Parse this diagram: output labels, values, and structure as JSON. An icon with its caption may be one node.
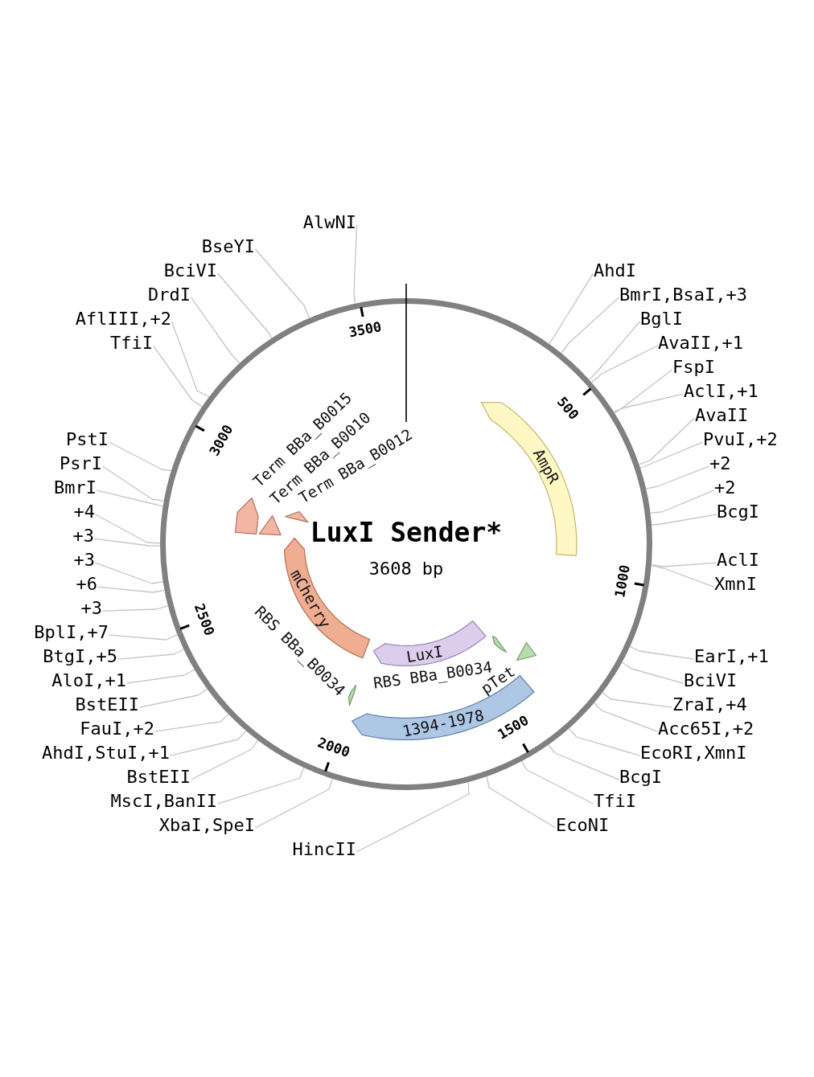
{
  "diagram": {
    "title": "LuxI Sender*",
    "nodes": [
      {
        "text": [],
        "shape": "circle"
      },
      {
        "text": [
          "AmpR"
        ],
        "in": 0
      },
      {
        "text": [],
        "shape": "pentagon",
        "beside": [
          "Term BBa_B0015"
        ],
        "in": 0
      },
      {
        "text": [],
        "shape": "triangle",
        "beside": [
          "Term BBa_B0010"
        ],
        "in": 0
      },
      {
        "text": [],
        "shape": "triangle",
        "beside": [
          "Term BBa_B0012"
        ],
        "in": 0
      },
      {
        "text": [
          "mCherry"
        ],
        "in": 0
      },
      {
        "text": [
          "LuxI"
        ],
        "in": 0
      },
      {
        "text": [],
        "shape": "arrow",
        "in": 0
      },
      {
        "text": [],
        "shape": "triangle",
        "beside": [
          "pTet"
        ],
        "in": 0
      },
      {
        "text": [
          "1394-1978"
        ],
        "in": 0
      },
      {
        "text": [],
        "shape": "arrow",
        "beside": [
          "RBS BBa_B0034"
        ],
        "in": 0
      },
      {
        "text": [
          "AlwNI"
        ]
      },
      {
        "text": [
          "BseYI"
        ]
      },
      {
        "text": [
          "BciVI"
        ]
      },
      {
        "text": [
          "AhdI"
        ]
      },
      {
        "text": [
          "DrdI"
        ]
      },
      {
        "text": [
          "BmrI,BsaI,+3"
        ]
      },
      {
        "text": [
          "AflIII,+2"
        ]
      },
      {
        "text": [
          "BglI"
        ]
      },
      {
        "text": [
          "TfiI"
        ]
      },
      {
        "text": [
          "AvaII,+1"
        ]
      },
      {
        "text": [
          "FspI"
        ]
      },
      {
        "text": [
          "AclI,+1"
        ]
      },
      {
        "text": [
          "AvaII"
        ]
      },
      {
        "text": [
          "PstI"
        ]
      },
      {
        "text": [
          "PvuI,+2"
        ]
      },
      {
        "text": [
          "PsrI"
        ]
      },
      {
        "text": [
          "+2"
        ]
      },
      {
        "text": [
          "BmrI"
        ]
      },
      {
        "text": [
          "+2"
        ]
      },
      {
        "text": [
          "+4"
        ]
      },
      {
        "text": [
          "BcgI"
        ]
      },
      {
        "text": [
          "+3"
        ]
      },
      {
        "text": [
          "+3"
        ]
      },
      {
        "text": [
          "AclI"
        ]
      },
      {
        "text": [
          "+6"
        ]
      },
      {
        "text": [
          "XmnI"
        ]
      },
      {
        "text": [
          "+3"
        ]
      },
      {
        "text": [
          "BplI,+7"
        ]
      },
      {
        "text": [
          "BtgI,+5"
        ]
      },
      {
        "text": [
          "EarI,+1"
        ]
      },
      {
        "text": [
          "AloI,+1"
        ]
      },
      {
        "text": [
          "BciVI"
        ]
      },
      {
        "text": [
          "BstEII"
        ]
      },
      {
        "text": [
          "ZraI,+4"
        ]
      },
      {
        "text": [
          "FauI,+2"
        ]
      },
      {
        "text": [
          "Acc65I,+2"
        ]
      },
      {
        "text": [
          "AhdI,StuI,+1"
        ]
      },
      {
        "text": [
          "EcoRI,XmnI"
        ]
      },
      {
        "text": [
          "BstEII"
        ]
      },
      {
        "text": [
          "BcgI"
        ]
      },
      {
        "text": [
          "MscI,BanII"
        ]
      },
      {
        "text": [
          "TfiI"
        ]
      },
      {
        "text": [
          "XbaI,SpeI"
        ]
      },
      {
        "text": [
          "EcoNI"
        ]
      },
      {
        "text": [
          "HincII"
        ]
      }
    ],
    "edges": [
      {
        "from": 11,
        "to": 0,
        "arrow": "none"
      },
      {
        "from": 12,
        "to": 0,
        "arrow": "none"
      },
      {
        "from": 13,
        "to": 0,
        "arrow": "none"
      },
      {
        "from": 14,
        "to": 0,
        "arrow": "none"
      },
      {
        "from": 15,
        "to": 0,
        "arrow": "none"
      },
      {
        "from": 16,
        "to": 0,
        "arrow": "none"
      },
      {
        "from": 17,
        "to": 0,
        "arrow": "none"
      },
      {
        "from": 18,
        "to": 0,
        "arrow": "none"
      },
      {
        "from": 19,
        "to": 0,
        "arrow": "none"
      },
      {
        "from": 20,
        "to": 0,
        "arrow": "none"
      },
      {
        "from": 21,
        "to": 0,
        "arrow": "none"
      },
      {
        "from": 22,
        "to": 0,
        "arrow": "none"
      },
      {
        "from": 23,
        "to": 0,
        "arrow": "none"
      },
      {
        "from": 24,
        "to": 0,
        "arrow": "none"
      },
      {
        "from": 25,
        "to": 0,
        "arrow": "none"
      },
      {
        "from": 26,
        "to": 0,
        "arrow": "none"
      },
      {
        "from": 27,
        "to": 0,
        "arrow": "none"
      },
      {
        "from": 28,
        "to": 0,
        "arrow": "none"
      },
      {
        "from": 29,
        "to": 0,
        "arrow": "none"
      },
      {
        "from": 30,
        "to": 0,
        "arrow": "none"
      },
      {
        "from": 31,
        "to": 0,
        "arrow": "none"
      },
      {
        "from": 32,
        "to": 0,
        "arrow": "none"
      },
      {
        "from": 33,
        "to": 0,
        "arrow": "none"
      },
      {
        "from": 34,
        "to": 0,
        "arrow": "none"
      },
      {
        "from": 35,
        "to": 0,
        "arrow": "none"
      },
      {
        "from": 36,
        "to": 0,
        "arrow": "none"
      },
      {
        "from": 37,
        "to": 0,
        "arrow": "none"
      },
      {
        "from": 38,
        "to": 0,
        "arrow": "none"
      },
      {
        "from": 39,
        "to": 0,
        "arrow": "none"
      },
      {
        "from": 40,
        "to": 0,
        "arrow": "none"
      },
      {
        "from": 41,
        "to": 0,
        "arrow": "none"
      },
      {
        "from": 42,
        "to": 0,
        "arrow": "none"
      },
      {
        "from": 43,
        "to": 0,
        "arrow": "none"
      },
      {
        "from": 44,
        "to": 0,
        "arrow": "none"
      },
      {
        "from": 45,
        "to": 0,
        "arrow": "none"
      },
      {
        "from": 46,
        "to": 0,
        "arrow": "none"
      },
      {
        "from": 47,
        "to": 0,
        "arrow": "none"
      },
      {
        "from": 48,
        "to": 0,
        "arrow": "none"
      },
      {
        "from": 49,
        "to": 0,
        "arrow": "none"
      },
      {
        "from": 50,
        "to": 0,
        "arrow": "none"
      },
      {
        "from": 51,
        "to": 0,
        "arrow": "none"
      },
      {
        "from": 52,
        "to": 0,
        "arrow": "none"
      },
      {
        "from": 53,
        "to": 0,
        "arrow": "none"
      },
      {
        "from": 54,
        "to": 0,
        "arrow": "none"
      },
      {
        "from": 55,
        "to": 0,
        "arrow": "none"
      }
    ],
    "labels": [
      "3500",
      "500",
      "3000",
      "3608 bp",
      "1000",
      "2500",
      "RBS BBa_B0034",
      "1500",
      "2000"
    ]
  }
}
